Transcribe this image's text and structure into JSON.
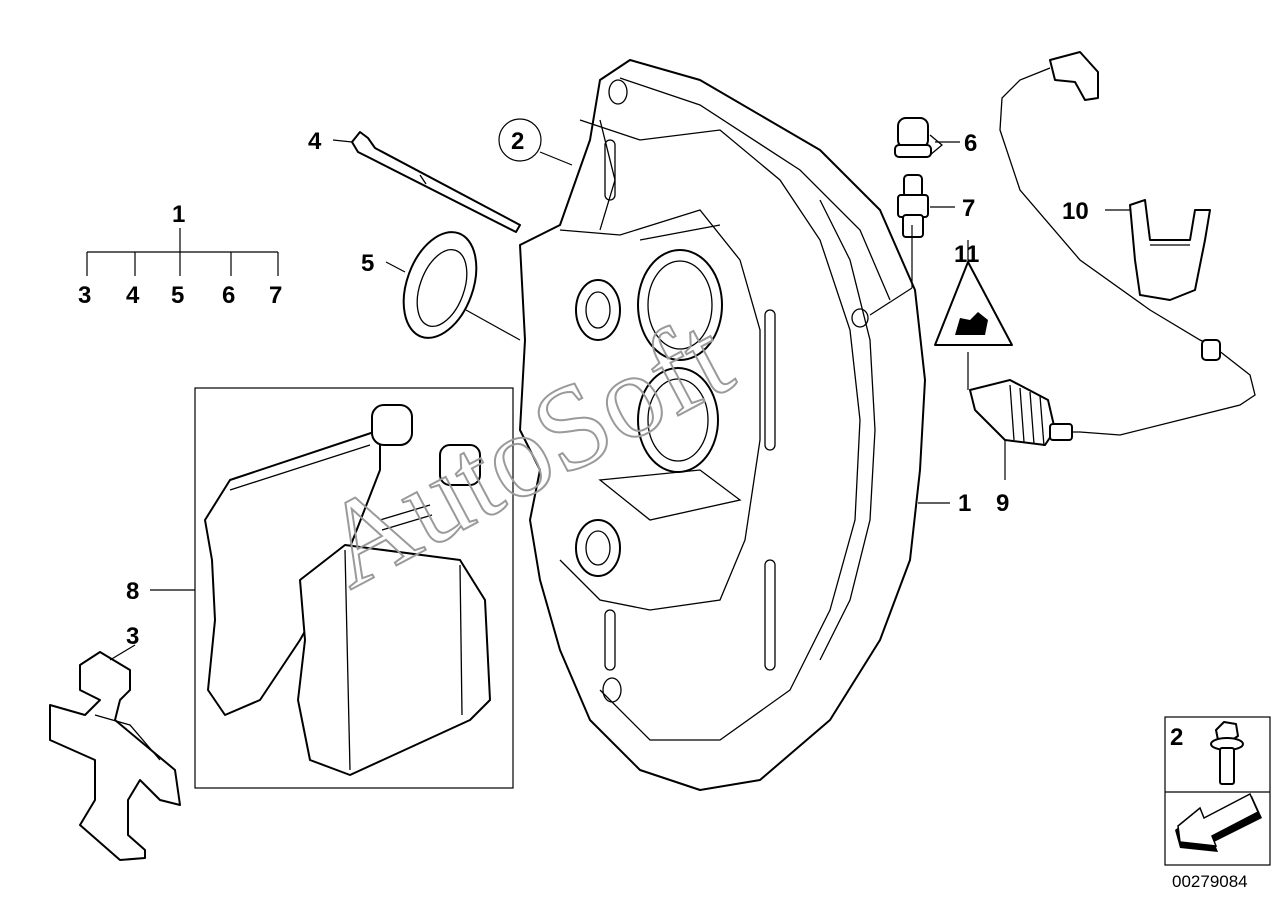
{
  "diagram": {
    "callouts": {
      "c1_top": "1",
      "c3": "3",
      "c4": "4",
      "c5": "5",
      "c6": "6",
      "c7": "7",
      "p1": "1",
      "p2": "2",
      "p3": "3",
      "p4": "4",
      "p5": "5",
      "p6": "6",
      "p7": "7",
      "p8": "8",
      "p9": "9",
      "p10": "10",
      "p11": "11"
    },
    "inset_label": "2",
    "watermark": "AutoSoft",
    "drawing_number": "00279084"
  }
}
